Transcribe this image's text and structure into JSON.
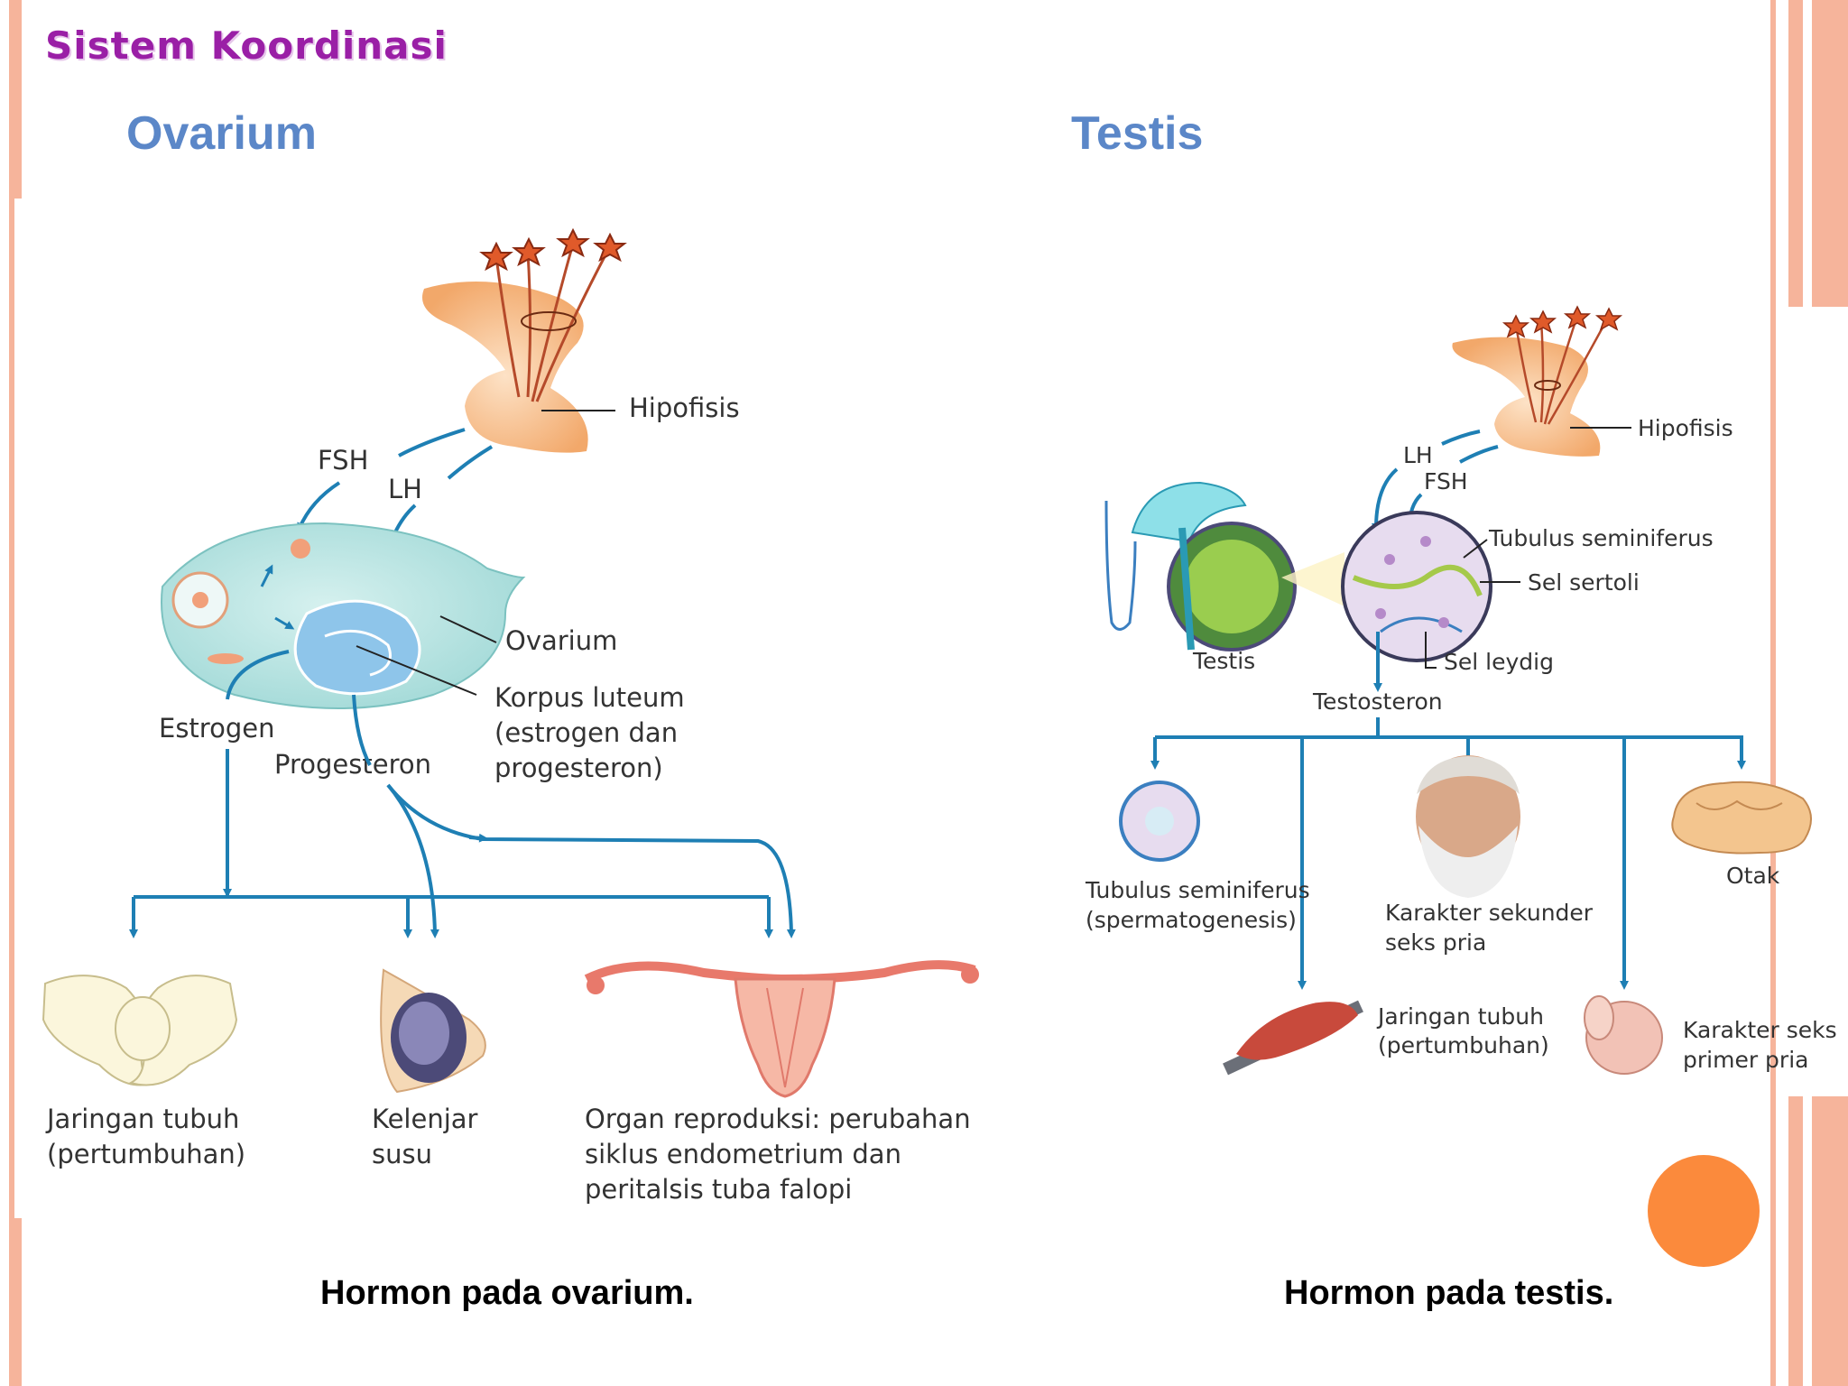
{
  "slide_title": "Sistem Koordinasi",
  "left": {
    "heading": "Ovarium",
    "caption": "Hormon pada ovarium.",
    "labels": {
      "hipofisis": "Hipofisis",
      "fsh": "FSH",
      "lh": "LH",
      "ovarium": "Ovarium",
      "korpus_1": "Korpus luteum",
      "korpus_2": "(estrogen dan",
      "korpus_3": "progesteron)",
      "estrogen": "Estrogen",
      "progesteron": "Progesteron",
      "jaringan_1": "Jaringan tubuh",
      "jaringan_2": "(pertumbuhan)",
      "kelenjar_1": "Kelenjar",
      "kelenjar_2": "susu",
      "organ_1": "Organ reproduksi: perubahan",
      "organ_2": "siklus endometrium dan",
      "organ_3": "peritalsis tuba falopi"
    }
  },
  "right": {
    "heading": "Testis",
    "caption": "Hormon pada testis.",
    "labels": {
      "hipofisis": "Hipofisis",
      "lh": "LH",
      "fsh": "FSH",
      "tubulus": "Tubulus seminiferus",
      "sertoli": "Sel sertoli",
      "leydig": "Sel leydig",
      "testis": "Testis",
      "testosteron": "Testosteron",
      "tubulus2_1": "Tubulus seminiferus",
      "tubulus2_2": "(spermatogenesis)",
      "karakter_sek_1": "Karakter sekunder",
      "karakter_sek_2": "seks pria",
      "otak": "Otak",
      "jaringan_1": "Jaringan tubuh",
      "jaringan_2": "(pertumbuhan)",
      "karakter_pri_1": "Karakter seks",
      "karakter_pri_2": "primer pria"
    }
  },
  "colors": {
    "accent_orange": "#fb8a3c",
    "border_peach": "#f6b49b",
    "title_purple": "#9a1fa6",
    "heading_blue": "#5b87c8",
    "arrow_blue": "#1e7fb4"
  },
  "icons": [
    "orange-circle-icon",
    "neuron-icon",
    "pituitary-icon",
    "ovary-icon",
    "pelvis-icon",
    "mammary-gland-icon",
    "uterus-icon",
    "testis-icon",
    "tubule-icon",
    "face-icon",
    "brain-icon",
    "muscle-icon",
    "genital-icon"
  ]
}
